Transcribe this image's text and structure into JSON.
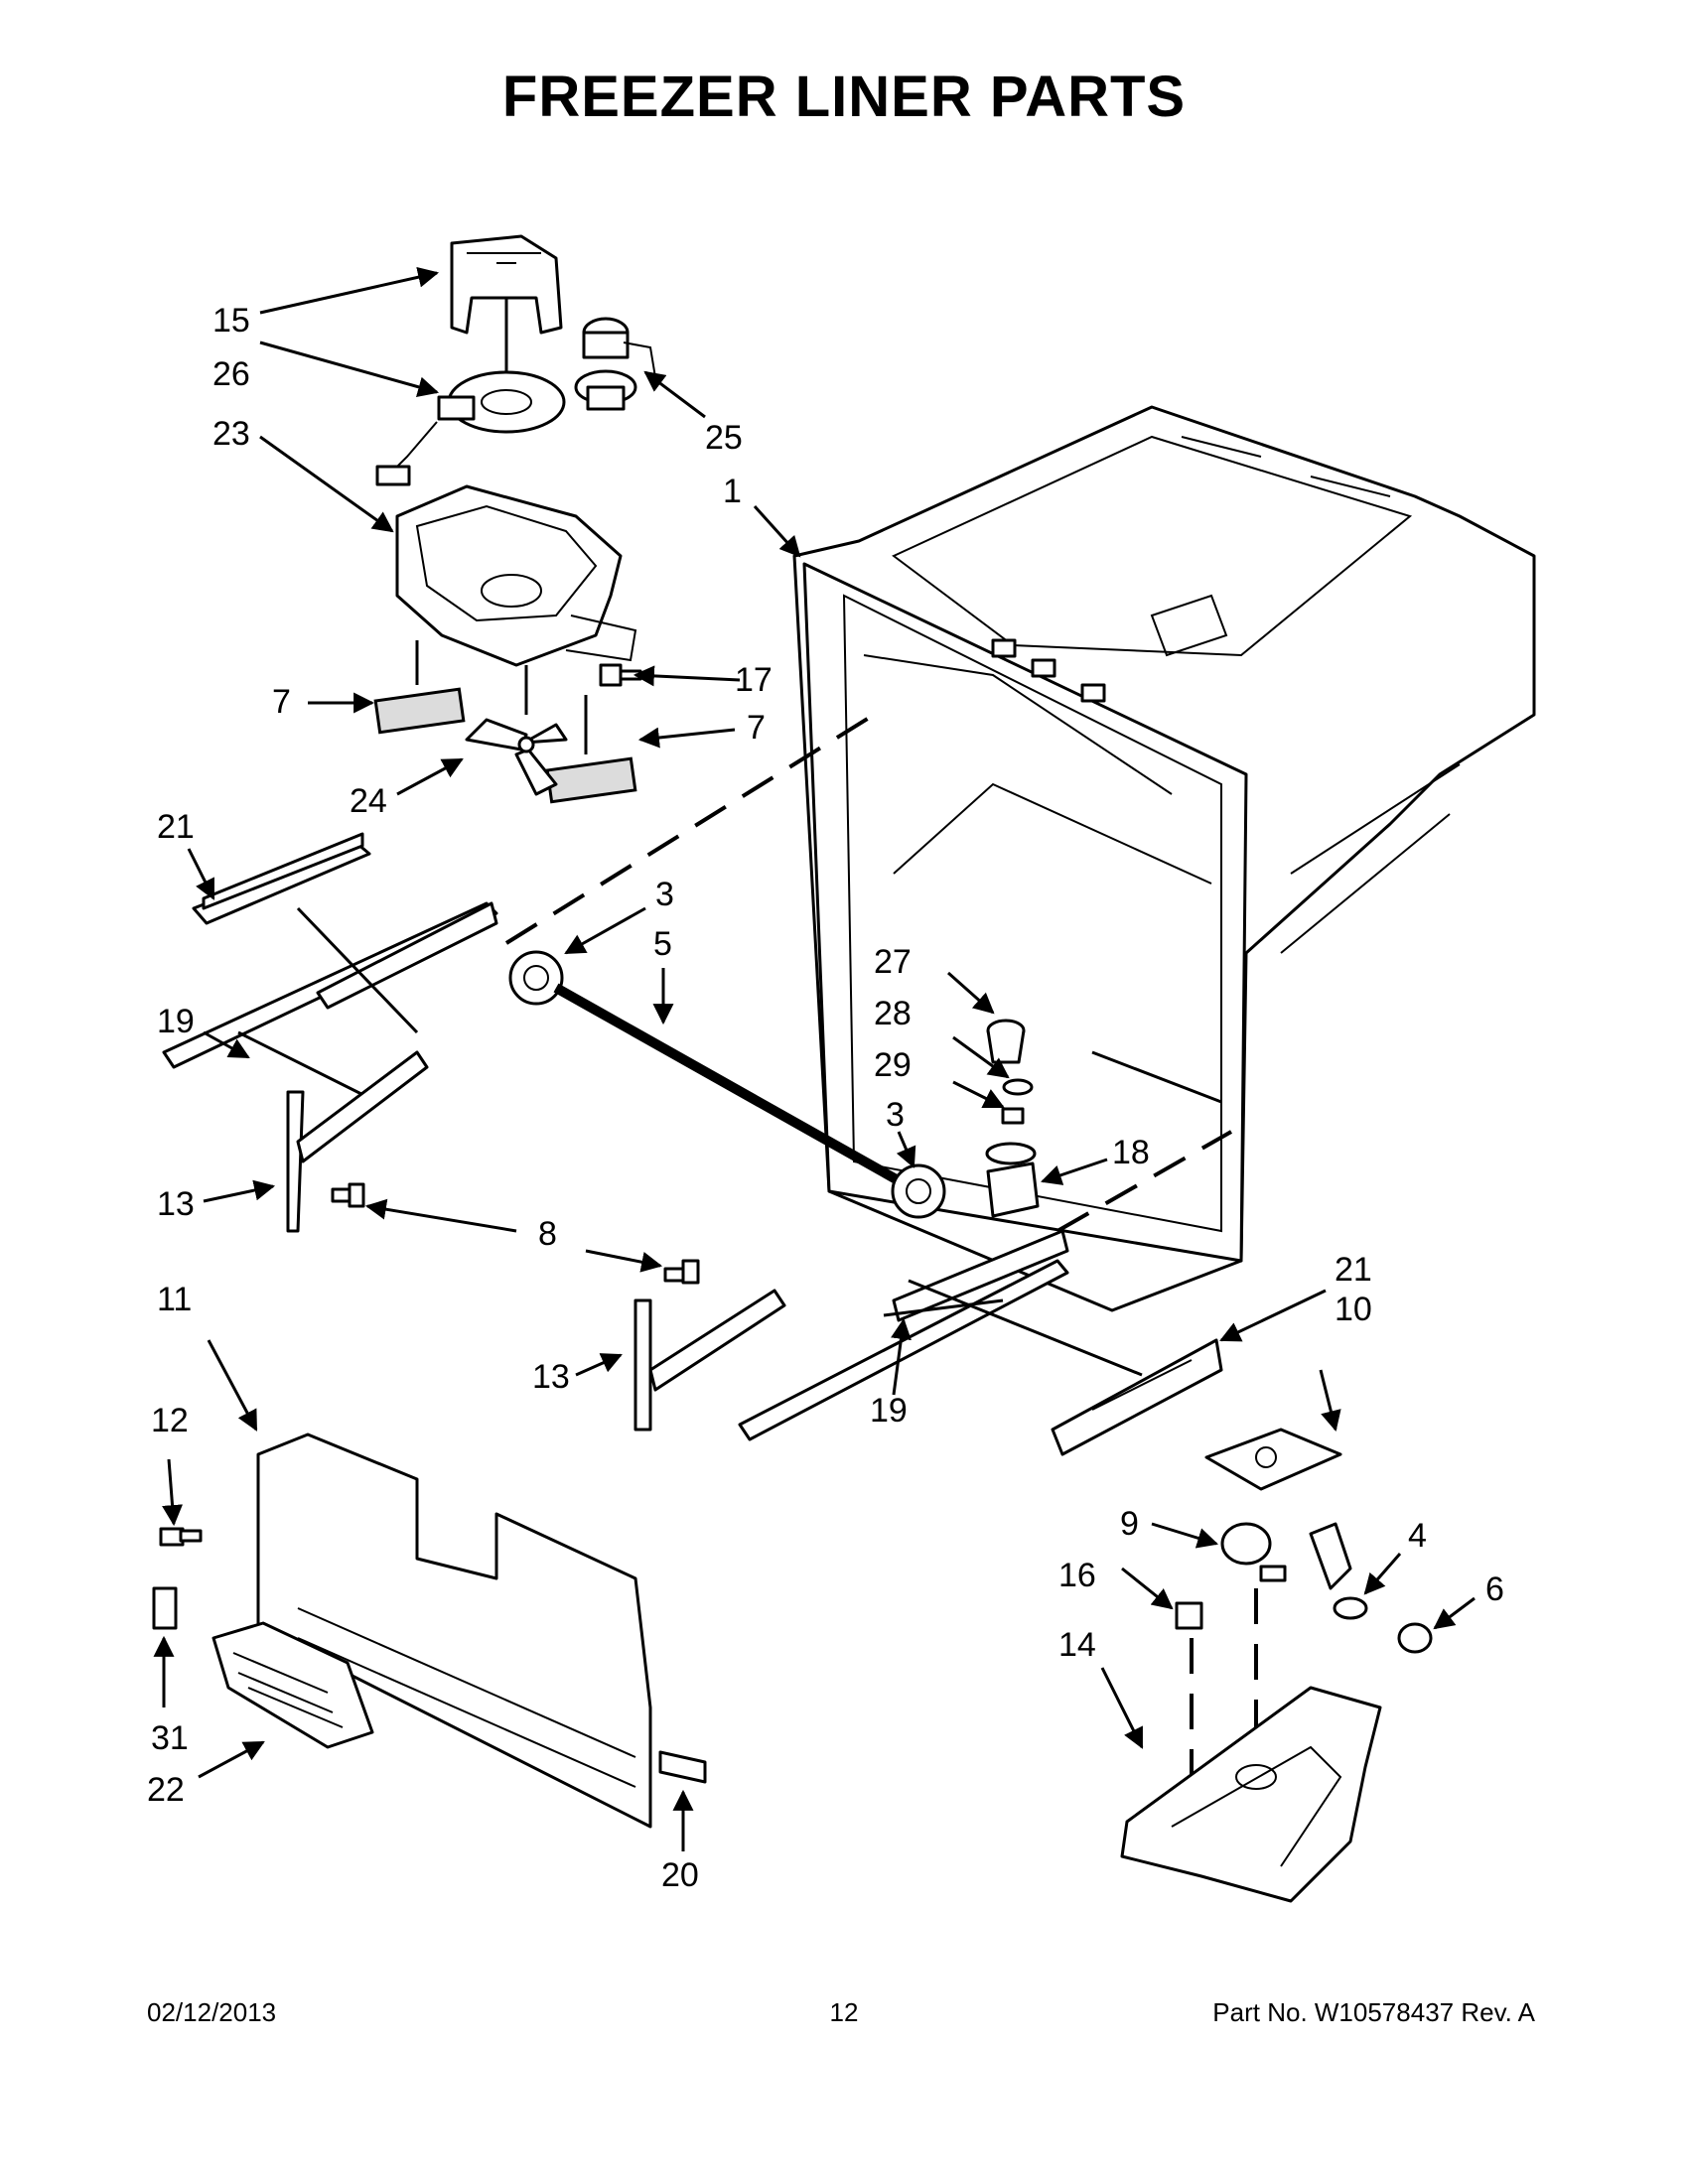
{
  "title": "FREEZER LINER PARTS",
  "callouts": {
    "c15": "15",
    "c26": "26",
    "c23": "23",
    "c25": "25",
    "c1": "1",
    "c17": "17",
    "c7a": "7",
    "c7b": "7",
    "c24": "24",
    "c21a": "21",
    "c3a": "3",
    "c5": "5",
    "c19a": "19",
    "c27": "27",
    "c28": "28",
    "c29": "29",
    "c3b": "3",
    "c18": "18",
    "c13a": "13",
    "c8": "8",
    "c11": "11",
    "c21b": "21",
    "c10": "10",
    "c13b": "13",
    "c19b": "19",
    "c12": "12",
    "c9": "9",
    "c4": "4",
    "c16": "16",
    "c6": "6",
    "c14": "14",
    "c31": "31",
    "c22": "22",
    "c20": "20"
  },
  "footer": {
    "date": "02/12/2013",
    "page": "12",
    "part_no": "Part No.  W10578437   Rev.  A"
  }
}
